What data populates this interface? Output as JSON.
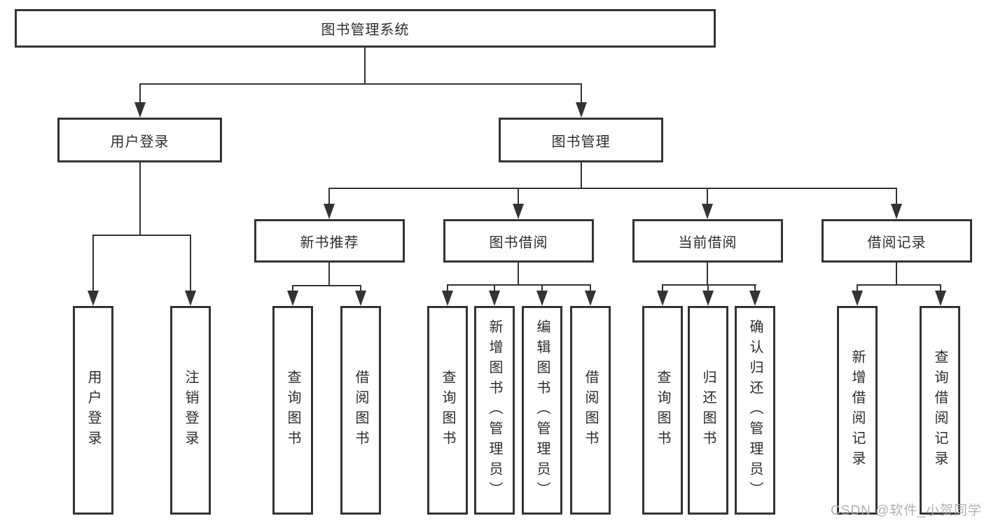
{
  "diagram": {
    "title_node": {
      "label": "图书管理系统"
    },
    "level2": [
      {
        "label": "用户登录"
      },
      {
        "label": "图书管理"
      }
    ],
    "level3": [
      {
        "label": "新书推荐"
      },
      {
        "label": "图书借阅"
      },
      {
        "label": "当前借阅"
      },
      {
        "label": "借阅记录"
      }
    ],
    "level4": {
      "login": [
        "用户登录",
        "注销登录"
      ],
      "newbook": [
        "查询图书",
        "借阅图书"
      ],
      "borrow": [
        "查询图书",
        "新增图书（管理员）",
        "编辑图书（管理员）",
        "借阅图书"
      ],
      "current": [
        "查询图书",
        "归还图书",
        "确认归还（管理员）"
      ],
      "records": [
        "新增借阅记录",
        "查询借阅记录"
      ]
    },
    "colors": {
      "line": "#333333",
      "background": "#ffffff",
      "watermark": "#adadad"
    },
    "watermark": "CSDN @软件_小贺同学"
  }
}
